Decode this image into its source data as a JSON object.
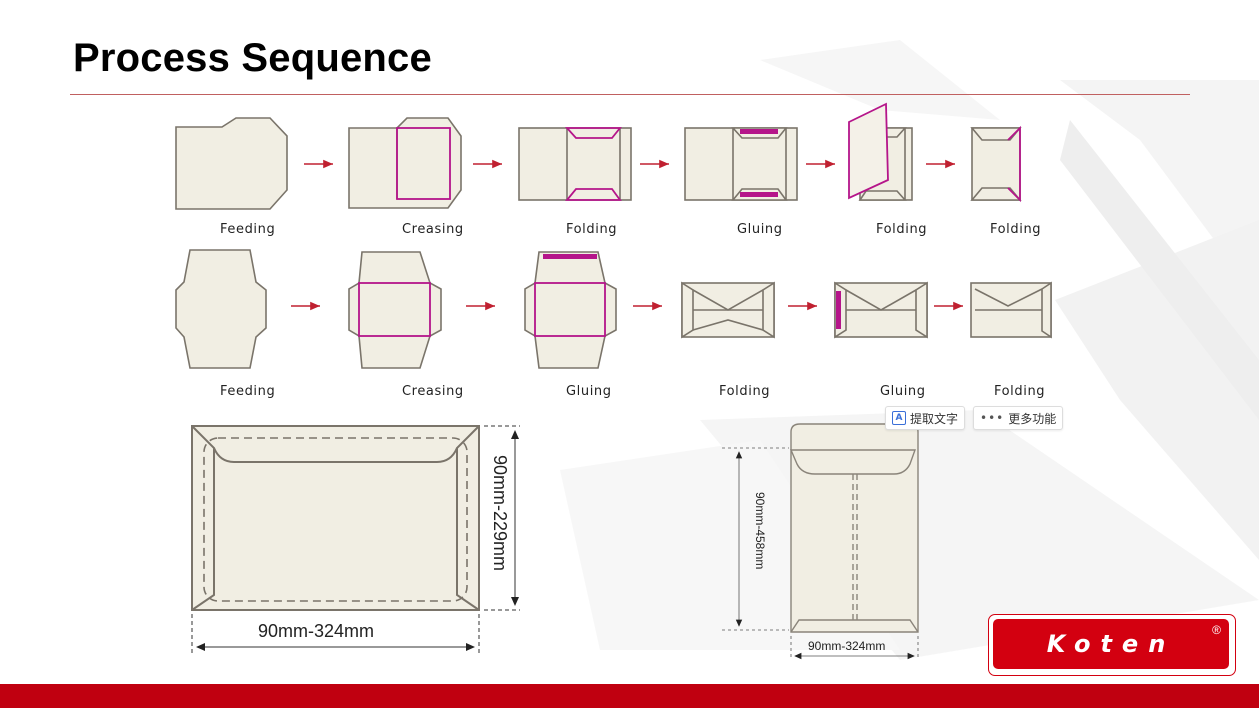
{
  "slide": {
    "title": "Process Sequence",
    "accent_color": "#c00010",
    "crease_color": "#b5158a"
  },
  "process_row_1": {
    "steps": [
      "Feeding",
      "Creasing",
      "Folding",
      "Gluing",
      "Folding",
      "Folding"
    ]
  },
  "process_row_2": {
    "steps": [
      "Feeding",
      "Creasing",
      "Gluing",
      "Folding",
      "Gluing",
      "Folding"
    ]
  },
  "dimensions": {
    "wallet_width": "90mm-324mm",
    "wallet_height": "90mm-229mm",
    "pocket_width": "90mm-324mm",
    "pocket_height": "90mm-458mm"
  },
  "overlay_toolbar": {
    "extract_text_label": "提取文字",
    "extract_text_icon": "text-select-icon",
    "more_label": "更多功能",
    "more_icon": "more-dots-icon"
  },
  "brand": {
    "logo_text": "Koten",
    "reg_mark": "®"
  }
}
